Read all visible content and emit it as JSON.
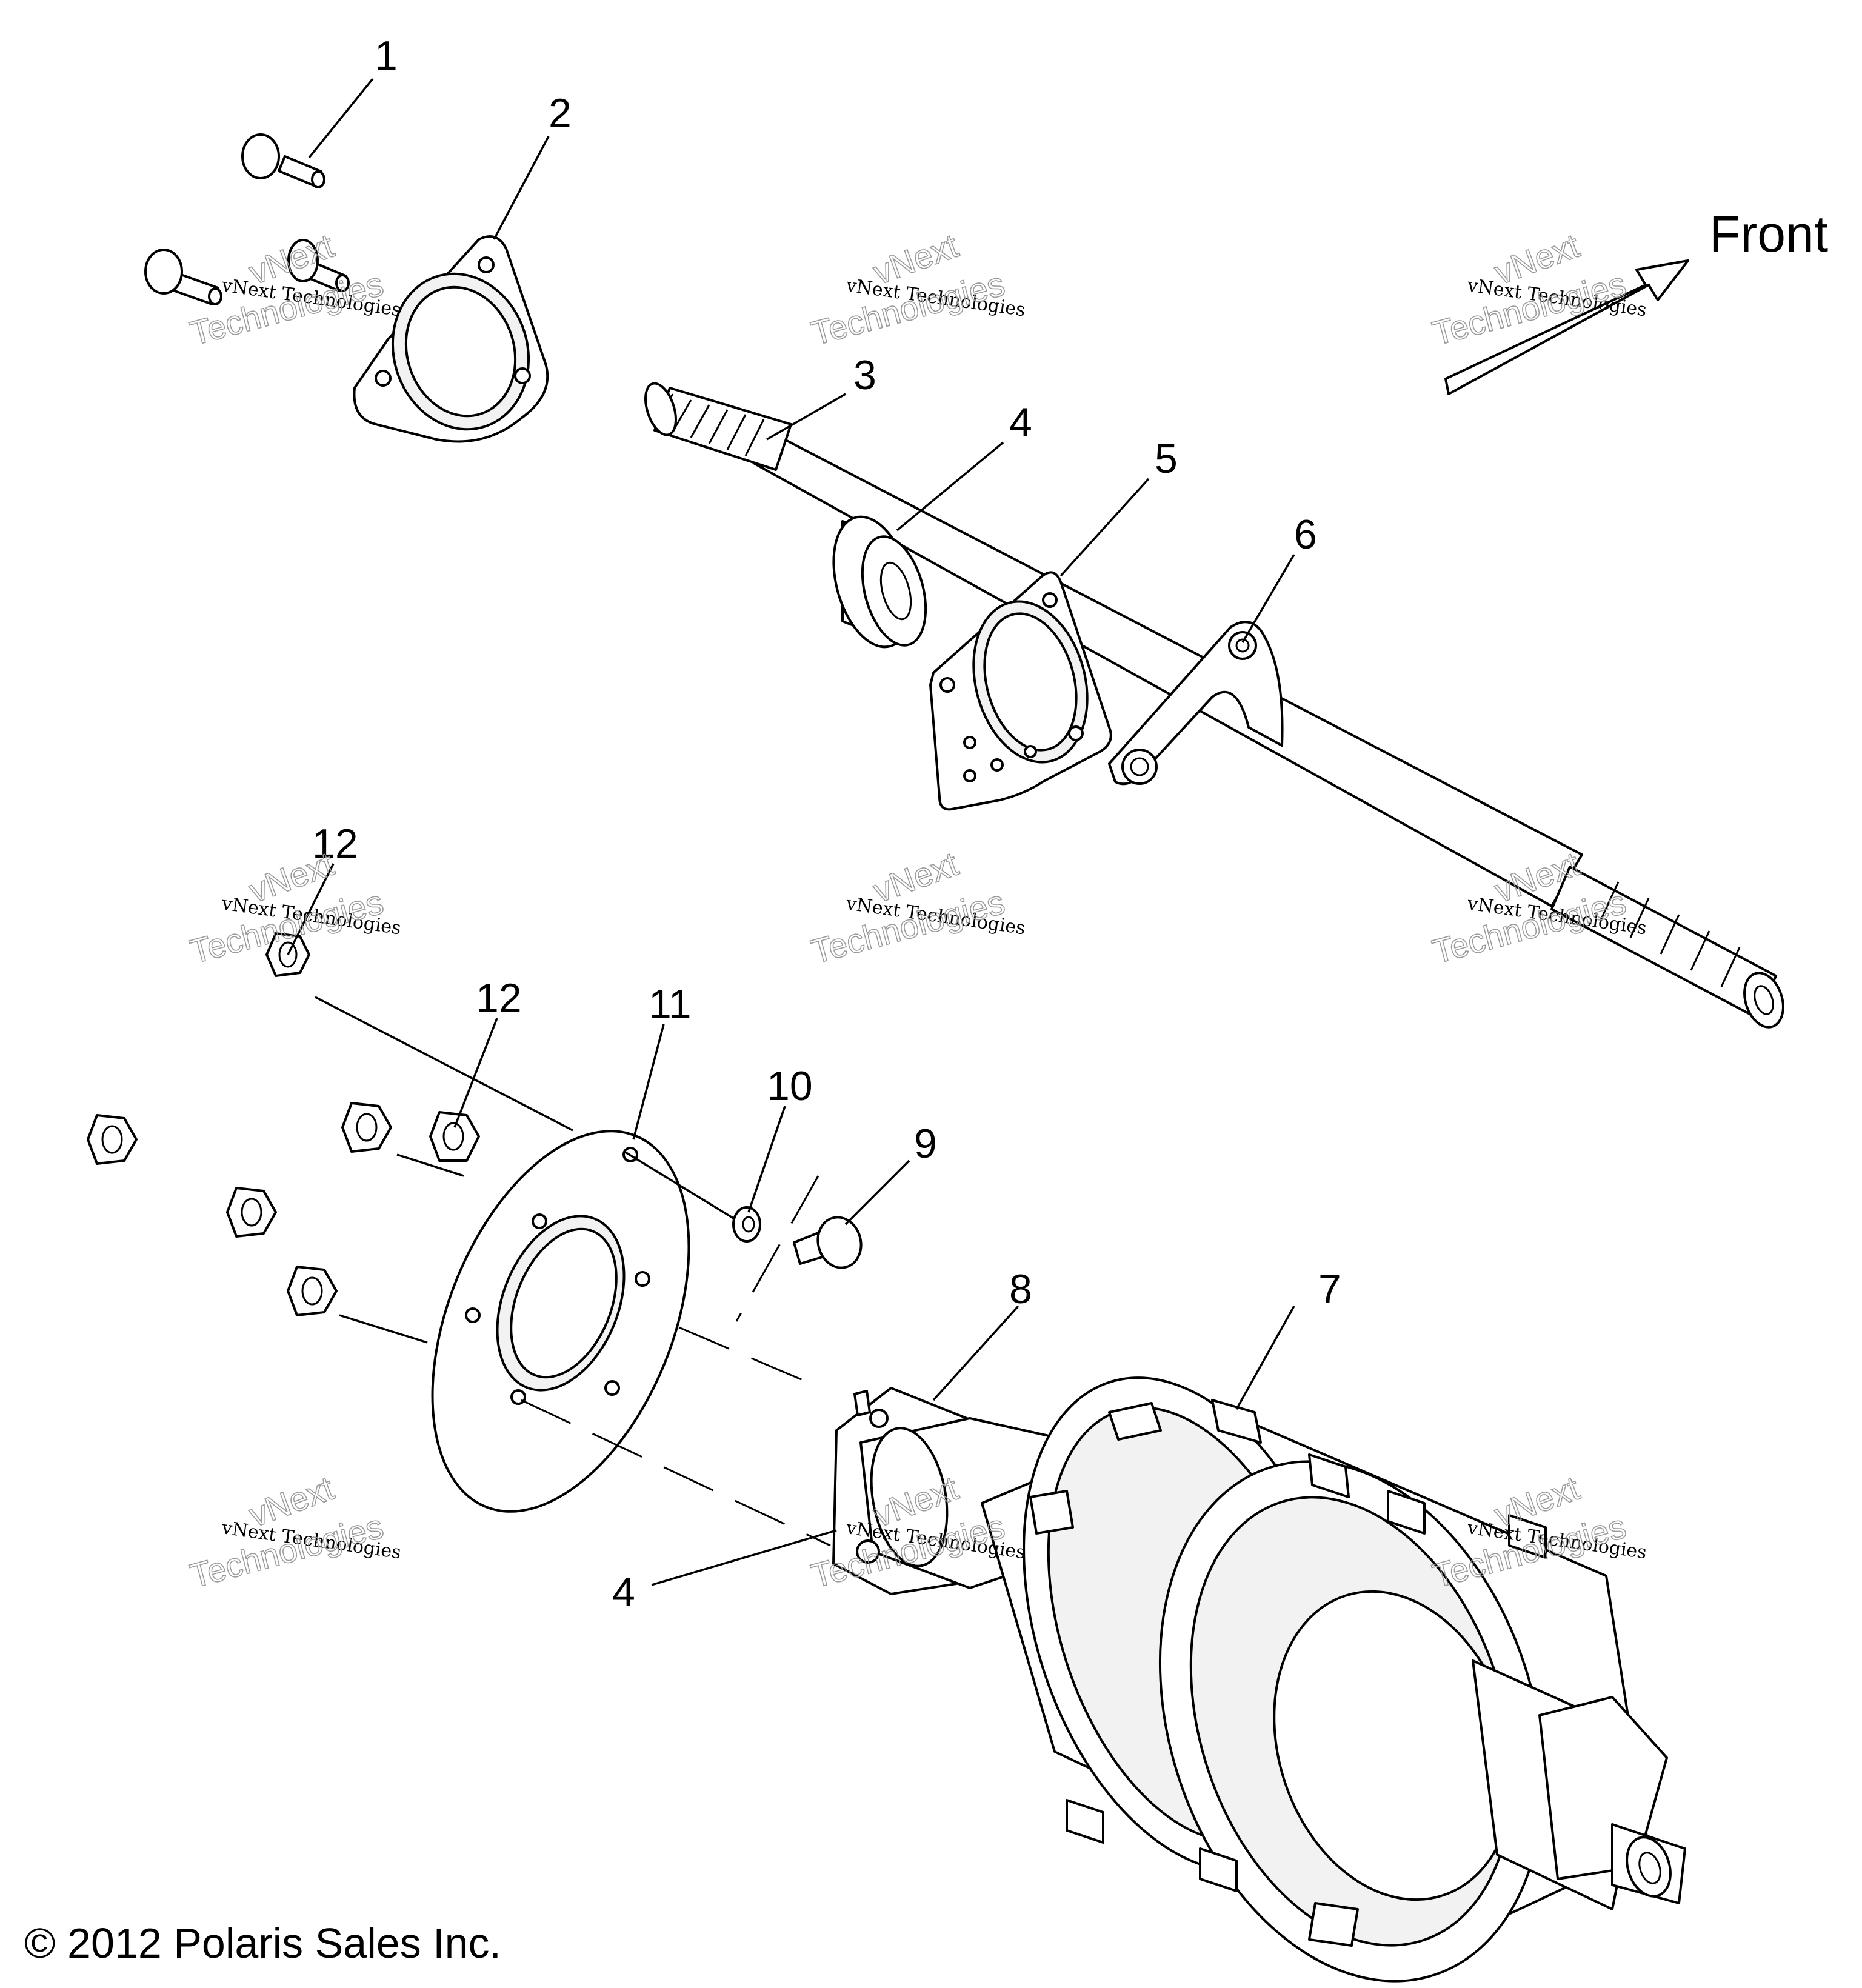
{
  "diagram": {
    "callouts": [
      "1",
      "2",
      "3",
      "4",
      "5",
      "6",
      "7",
      "8",
      "9",
      "10",
      "11",
      "12",
      "12",
      "4"
    ],
    "direction_label": "Front",
    "watermark": {
      "line1": "vNext Technologies",
      "line2a": "vNext",
      "line2b": "Technologies"
    },
    "copyright": "© 2012 Polaris Sales Inc."
  }
}
